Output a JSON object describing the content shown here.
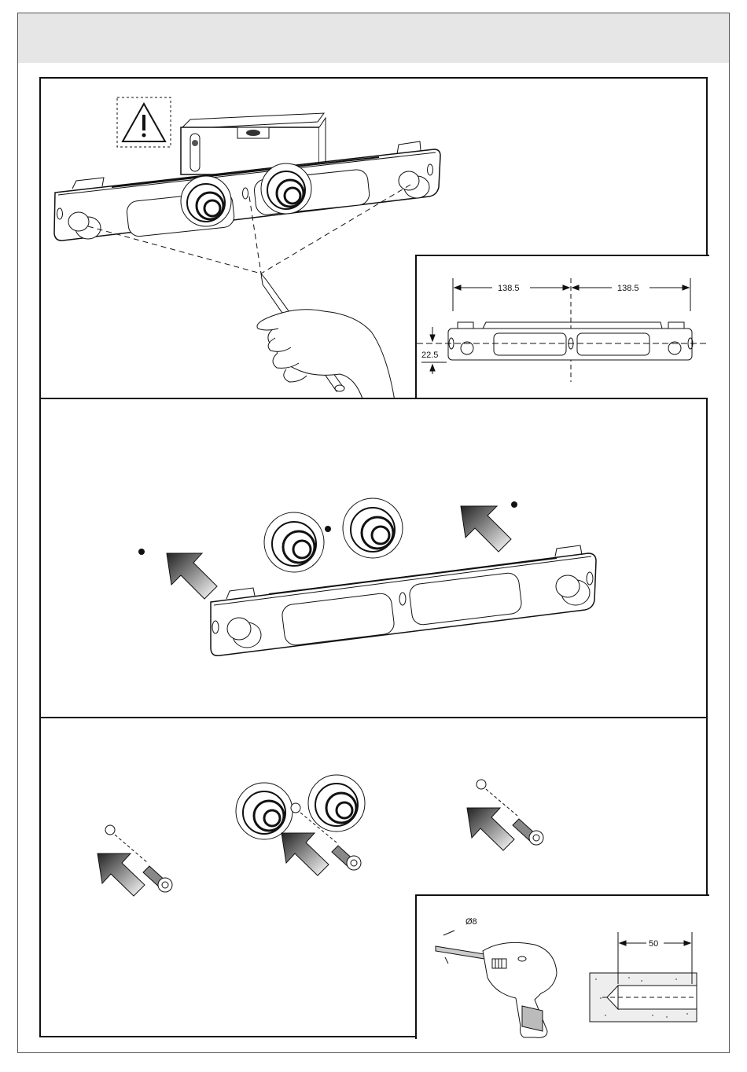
{
  "step1": {
    "dimensions": {
      "left_spacing": "138.5",
      "right_spacing": "138.5",
      "vertical_offset": "22.5"
    }
  },
  "step3": {
    "drill": {
      "bit_diameter": "Ø8",
      "hole_depth": "50"
    }
  },
  "icons": {
    "warning": "warning-triangle-icon",
    "arrow": "push-arrow-icon"
  },
  "colors": {
    "header_band": "#e6e6e6",
    "line": "#111111"
  }
}
